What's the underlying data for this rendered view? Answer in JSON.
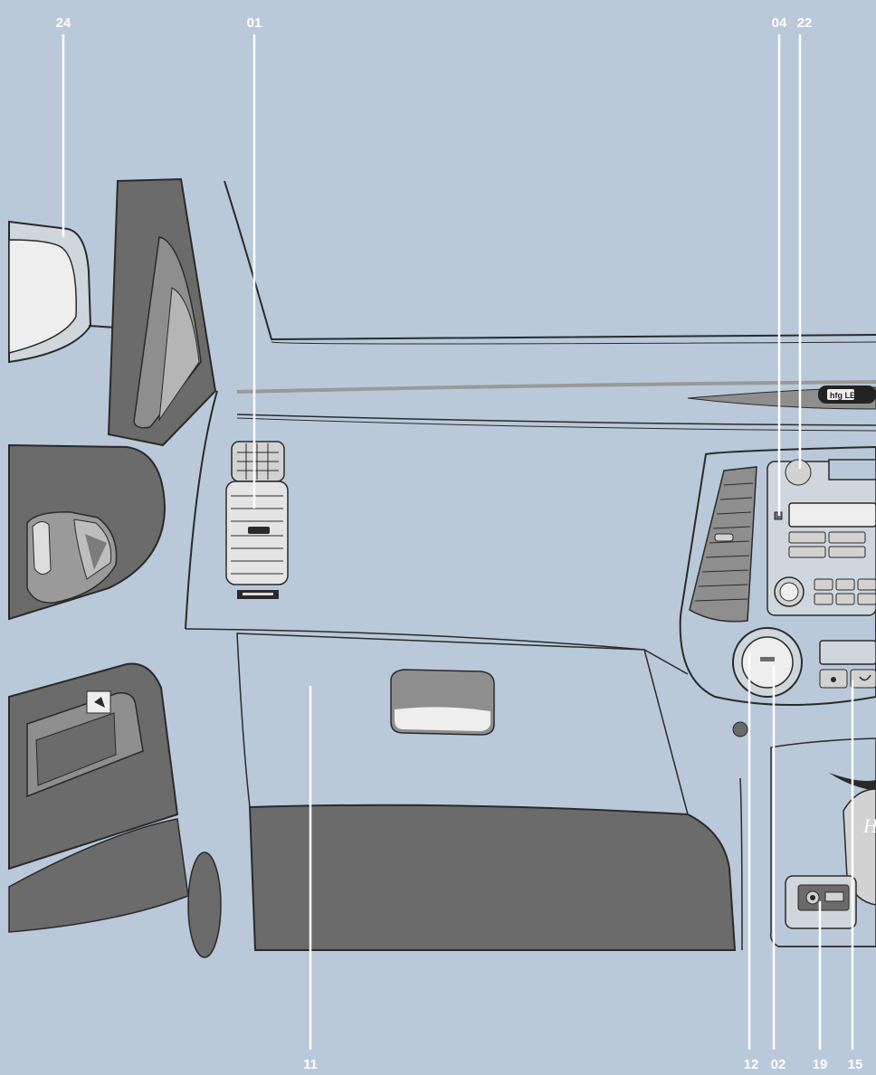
{
  "colors": {
    "background": "#b9c9d9",
    "panel_dark": "#6b6b6b",
    "panel_mid": "#8e8e8e",
    "panel_light": "#d2d2d2",
    "window": "#eeeeee",
    "outline": "#2a2a2a",
    "callout": "#ffffff"
  },
  "callouts": {
    "c24": "24",
    "c01": "01",
    "c04": "04",
    "c22": "22",
    "c11": "11",
    "c12": "12",
    "c02": "02",
    "c19": "19",
    "c15": "15"
  },
  "badges": {
    "dash_badge_text": "hfg  LE"
  },
  "icons": [
    "side-mirror-icon",
    "air-vent-icon",
    "glovebox-handle-icon",
    "door-handle-icon",
    "window-switch-icon",
    "climate-dial-icon",
    "radio-unit-icon",
    "aux-usb-port-icon",
    "gear-knob-icon"
  ]
}
